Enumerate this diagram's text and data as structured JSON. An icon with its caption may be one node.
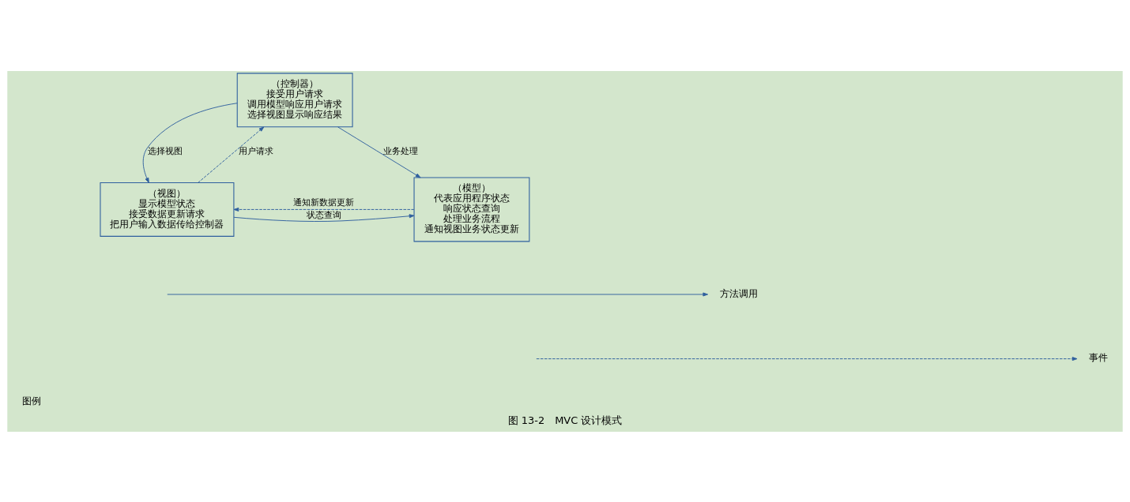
{
  "diagram": {
    "caption": "图 13-2　MVC 设计模式",
    "nodes": [
      {
        "text": [
          "（控制器）",
          "接受用户请求",
          "调用模型响应用户请求",
          "选择视图显示响应结果"
        ]
      },
      {
        "text": [
          "（视图）",
          "显示模型状态",
          "接受数据更新请求",
          "把用户输入数据传给控制器"
        ]
      },
      {
        "text": [
          "（模型）",
          "代表应用程序状态",
          "响应状态查询",
          "处理业务流程",
          "通知视图业务状态更新"
        ]
      }
    ],
    "edges": [
      {
        "from": 0,
        "to": 1,
        "arrow": "to",
        "label": "选择视图"
      },
      {
        "from": 0,
        "to": 2,
        "arrow": "to",
        "label": "业务处理"
      },
      {
        "from": 1,
        "to": 0,
        "arrow": "to",
        "label": "用户请求",
        "style": "dashed"
      },
      {
        "from": 1,
        "to": 2,
        "arrow": "to",
        "label": "状态查询"
      },
      {
        "from": 2,
        "to": 1,
        "arrow": "to",
        "label": "通知新数据更新",
        "style": "dashed"
      }
    ],
    "labels": [
      "图例"
    ],
    "legend": [
      {
        "text": "方法调用"
      },
      {
        "text": "事件"
      }
    ]
  }
}
